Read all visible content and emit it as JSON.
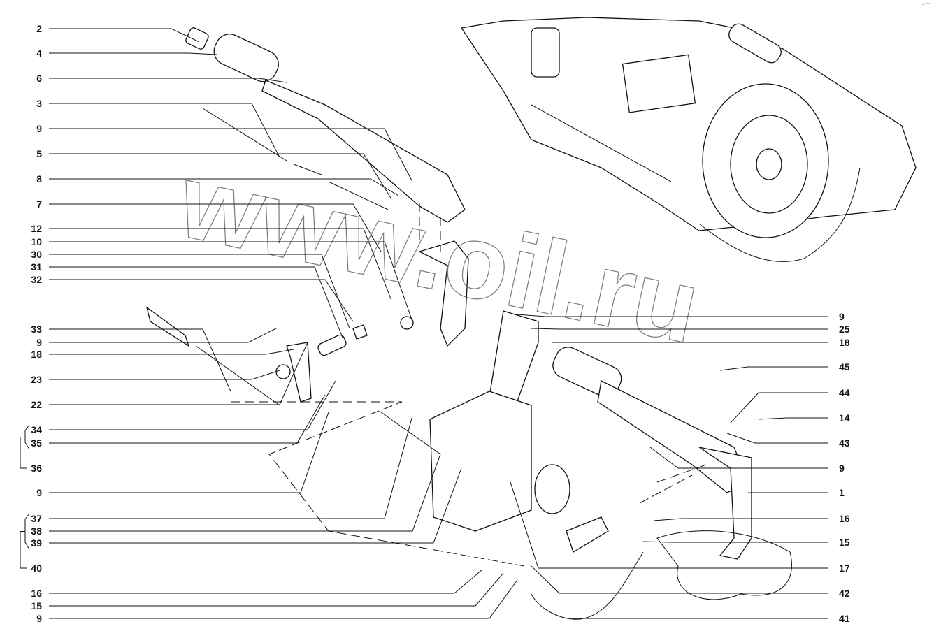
{
  "corner_mark": "ₑᵒ ᵉᵉᵉ",
  "watermark": "www.oil.ru",
  "left_callouts": [
    "2",
    "4",
    "6",
    "3",
    "9",
    "5",
    "8",
    "7",
    "12",
    "10",
    "30",
    "31",
    "32",
    "33",
    "9",
    "18",
    "23",
    "22",
    "34",
    "35",
    "36",
    "9",
    "37",
    "38",
    "39",
    "40",
    "16",
    "15",
    "9"
  ],
  "right_callouts": [
    "9",
    "25",
    "18",
    "45",
    "44",
    "14",
    "43",
    "9",
    "1",
    "16",
    "15",
    "17",
    "42",
    "41"
  ]
}
